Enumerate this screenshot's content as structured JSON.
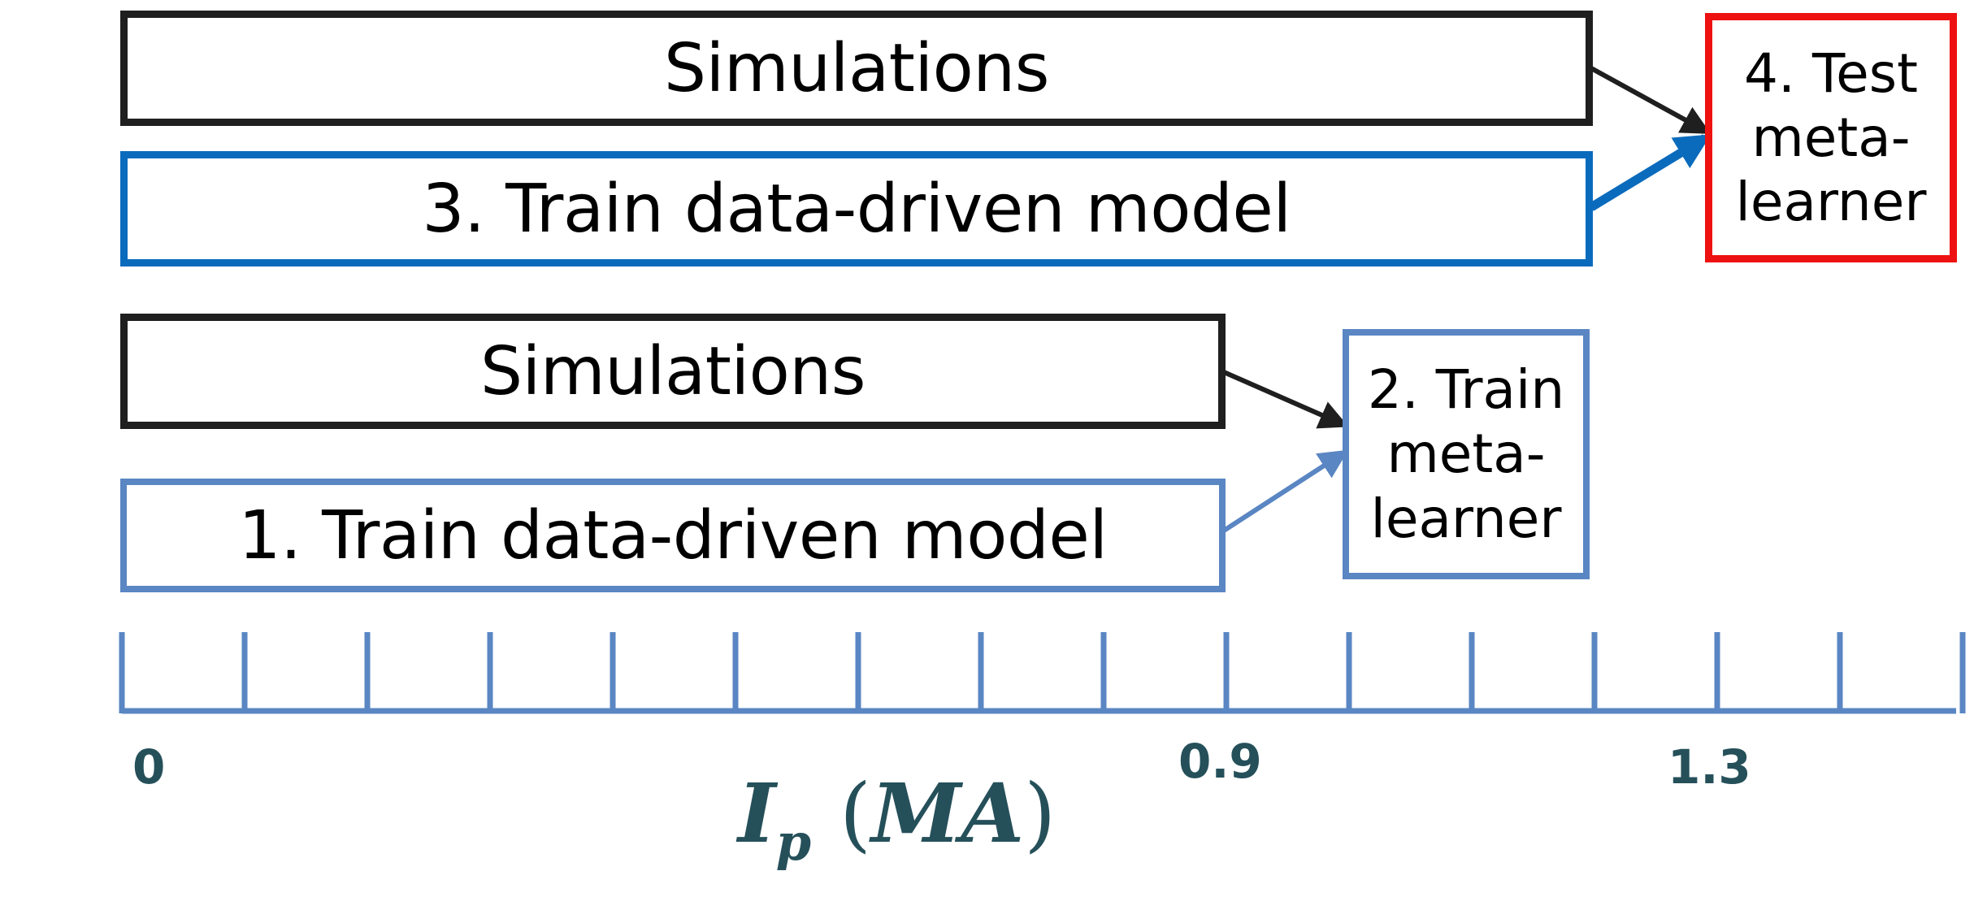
{
  "boxes": {
    "sim_top": "Simulations",
    "train_top": "3. Train data-driven model",
    "test": [
      "4. Test",
      "meta-",
      "learner"
    ],
    "sim_bottom": "Simulations",
    "train_bottom": "1. Train data-driven model",
    "train_meta": [
      "2. Train",
      "meta-",
      "learner"
    ]
  },
  "axis": {
    "tick_labels": [
      "0",
      "0.9",
      "1.3"
    ],
    "title_main": "I",
    "title_sub": "p",
    "title_unit_open": "(",
    "title_unit": "MA",
    "title_unit_close": ")",
    "tick_count": 16
  },
  "colors": {
    "black": "#1f1f1f",
    "blue": "#0a6bbd",
    "lightblue": "#5a86c3",
    "red": "#ee1111",
    "axis_text": "#25505a"
  }
}
